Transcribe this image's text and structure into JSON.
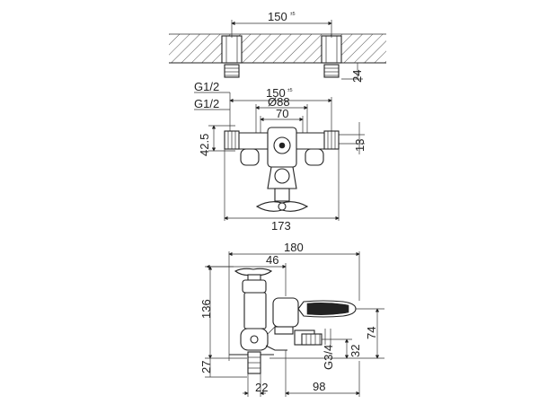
{
  "top_view": {
    "dim_spacing_top": "150",
    "dim_spacing_top_tol": "±5",
    "dim_wall_depth": "24",
    "label_thread_1": "G1/2",
    "label_thread_2": "G1/2",
    "dim_spacing_mid": "150",
    "dim_spacing_mid_tol": "±5",
    "dim_diameter": "Ø88",
    "dim_inner": "70",
    "dim_height_left": "42.5",
    "dim_height_right": "13",
    "dim_overall_width": "173"
  },
  "side_view": {
    "dim_total_length": "180",
    "dim_offset": "46",
    "dim_height": "136",
    "dim_outlet_height": "74",
    "dim_outlet_offset": "32",
    "label_outlet_thread": "G3/4",
    "dim_base": "27",
    "dim_inlet_width": "22",
    "dim_spout_reach": "98"
  }
}
